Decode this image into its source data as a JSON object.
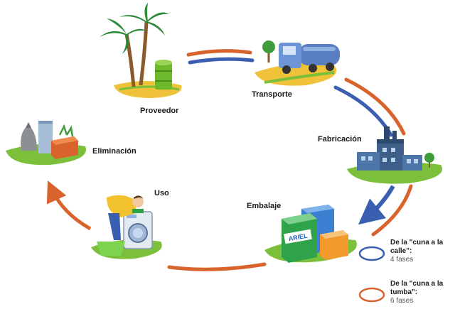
{
  "stages": {
    "proveedor": "Proveedor",
    "transporte": "Transporte",
    "fabricacion": "Fabricación",
    "embalaje": "Embalaje",
    "uso": "Uso",
    "eliminacion": "Eliminación"
  },
  "legend": {
    "cradle_to_gate": {
      "title": "De la \"cuna a la calle\":",
      "phases": "4 fases",
      "color": "#3a5fb0"
    },
    "cradle_to_grave": {
      "title": "De la \"cuna a la tumba\":",
      "phases": "6 fases",
      "color": "#d9632c"
    }
  },
  "product": {
    "brand": "ARIEL"
  },
  "colors": {
    "ground": "#7cbf3a",
    "arrow_orange": "#d9632c",
    "arrow_blue": "#3a5fb0"
  }
}
